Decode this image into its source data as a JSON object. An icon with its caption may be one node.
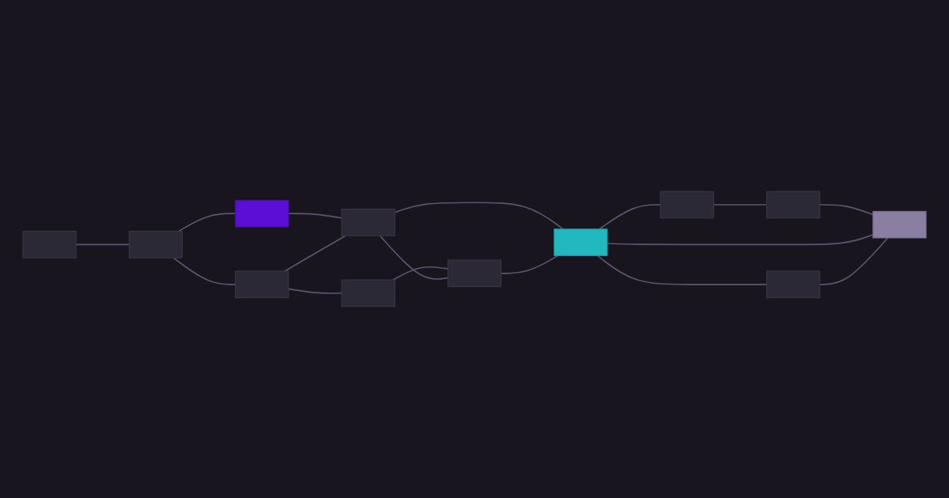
{
  "diagram": {
    "nodes": [
      {
        "text": [],
        "shape": "box"
      },
      {
        "text": [],
        "shape": "box"
      },
      {
        "text": [],
        "shape": "box"
      },
      {
        "text": [],
        "shape": "box"
      },
      {
        "text": [],
        "shape": "box"
      },
      {
        "text": [],
        "shape": "box"
      },
      {
        "text": [],
        "shape": "box"
      },
      {
        "text": [],
        "shape": "box"
      },
      {
        "text": [],
        "shape": "box"
      },
      {
        "text": [],
        "shape": "box"
      },
      {
        "text": [],
        "shape": "box"
      },
      {
        "text": [],
        "shape": "box"
      }
    ],
    "edges": [
      {
        "from": 0,
        "to": 3,
        "arrow": "none"
      },
      {
        "from": 3,
        "to": 1,
        "arrow": "none"
      },
      {
        "from": 3,
        "to": 5,
        "arrow": "none"
      },
      {
        "from": 1,
        "to": 6,
        "arrow": "none"
      },
      {
        "from": 5,
        "to": 6,
        "arrow": "none"
      },
      {
        "from": 5,
        "to": 9,
        "arrow": "none"
      },
      {
        "from": 9,
        "to": 10,
        "arrow": "none"
      },
      {
        "from": 6,
        "to": 10,
        "arrow": "none"
      },
      {
        "from": 6,
        "to": 7,
        "arrow": "none"
      },
      {
        "from": 10,
        "to": 7,
        "arrow": "none"
      },
      {
        "from": 7,
        "to": 4,
        "arrow": "none"
      },
      {
        "from": 4,
        "to": 2,
        "arrow": "none"
      },
      {
        "from": 2,
        "to": 8,
        "arrow": "none"
      },
      {
        "from": 7,
        "to": 8,
        "arrow": "none"
      },
      {
        "from": 7,
        "to": 11,
        "arrow": "none"
      },
      {
        "from": 11,
        "to": 8,
        "arrow": "none"
      }
    ]
  }
}
